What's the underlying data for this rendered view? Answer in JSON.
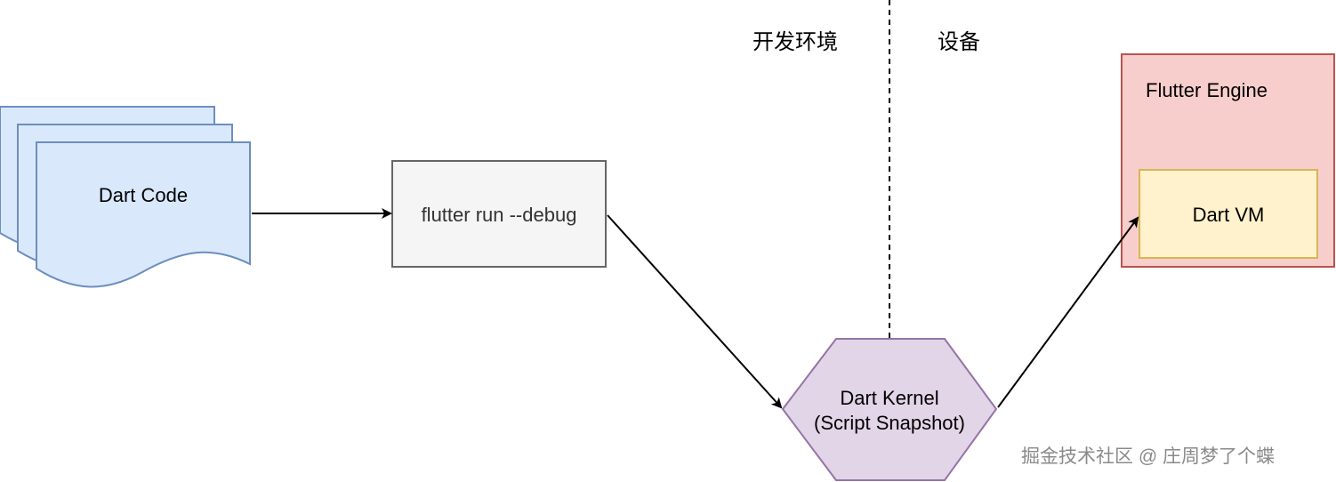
{
  "labels": {
    "dev_env": "开发环境",
    "device": "设备"
  },
  "nodes": {
    "dart_code": "Dart Code",
    "flutter_run": "flutter run --debug",
    "dart_kernel_line1": "Dart Kernel",
    "dart_kernel_line2": "(Script Snapshot)",
    "flutter_engine": "Flutter Engine",
    "dart_vm": "Dart VM"
  },
  "watermark": "掘金技术社区 @ 庄周梦了个蝶",
  "colors": {
    "doc_fill": "#dae8fc",
    "doc_stroke": "#6c8ebf",
    "process_fill": "#f5f5f5",
    "process_stroke": "#666666",
    "kernel_fill": "#e1d5e7",
    "kernel_stroke": "#9673a6",
    "engine_fill": "#f8cecc",
    "engine_stroke": "#b85450",
    "vm_fill": "#fff2cc",
    "vm_stroke": "#d6b656"
  }
}
